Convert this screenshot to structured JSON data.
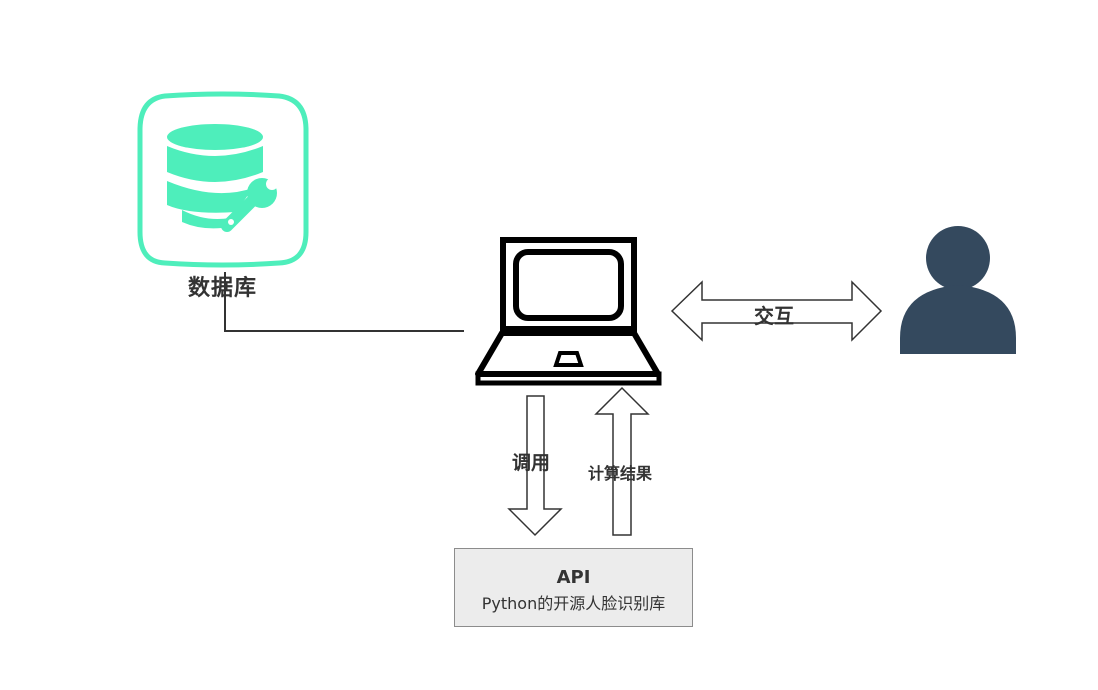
{
  "database": {
    "label": "数据库",
    "icon": "database-wrench-icon",
    "color": "#4eeebb"
  },
  "laptop": {
    "icon": "laptop-icon"
  },
  "user": {
    "icon": "user-icon",
    "color": "#34495e"
  },
  "arrows": {
    "interact_label": "交互",
    "call_label": "调用",
    "result_label": "计算结果"
  },
  "api": {
    "title": "API",
    "description": "Python的开源人脸识别库"
  }
}
